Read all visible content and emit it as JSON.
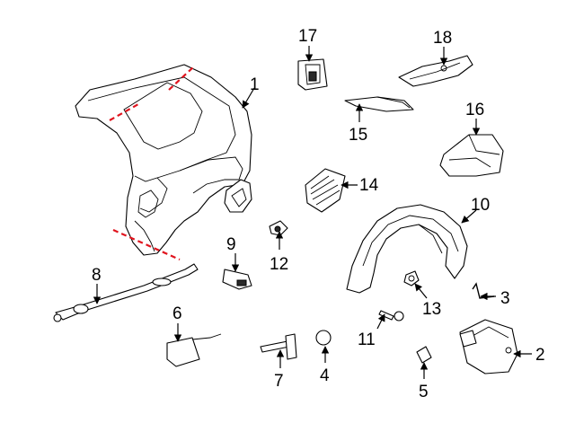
{
  "diagram": {
    "callouts": [
      {
        "id": "1",
        "label": "1"
      },
      {
        "id": "2",
        "label": "2"
      },
      {
        "id": "3",
        "label": "3"
      },
      {
        "id": "4",
        "label": "4"
      },
      {
        "id": "5",
        "label": "5"
      },
      {
        "id": "6",
        "label": "6"
      },
      {
        "id": "7",
        "label": "7"
      },
      {
        "id": "8",
        "label": "8"
      },
      {
        "id": "9",
        "label": "9"
      },
      {
        "id": "10",
        "label": "10"
      },
      {
        "id": "11",
        "label": "11"
      },
      {
        "id": "12",
        "label": "12"
      },
      {
        "id": "13",
        "label": "13"
      },
      {
        "id": "14",
        "label": "14"
      },
      {
        "id": "15",
        "label": "15"
      },
      {
        "id": "16",
        "label": "16"
      },
      {
        "id": "17",
        "label": "17"
      },
      {
        "id": "18",
        "label": "18"
      }
    ],
    "colors": {
      "line": "#000000",
      "cut_line": "#e0141e",
      "background": "#ffffff"
    }
  }
}
